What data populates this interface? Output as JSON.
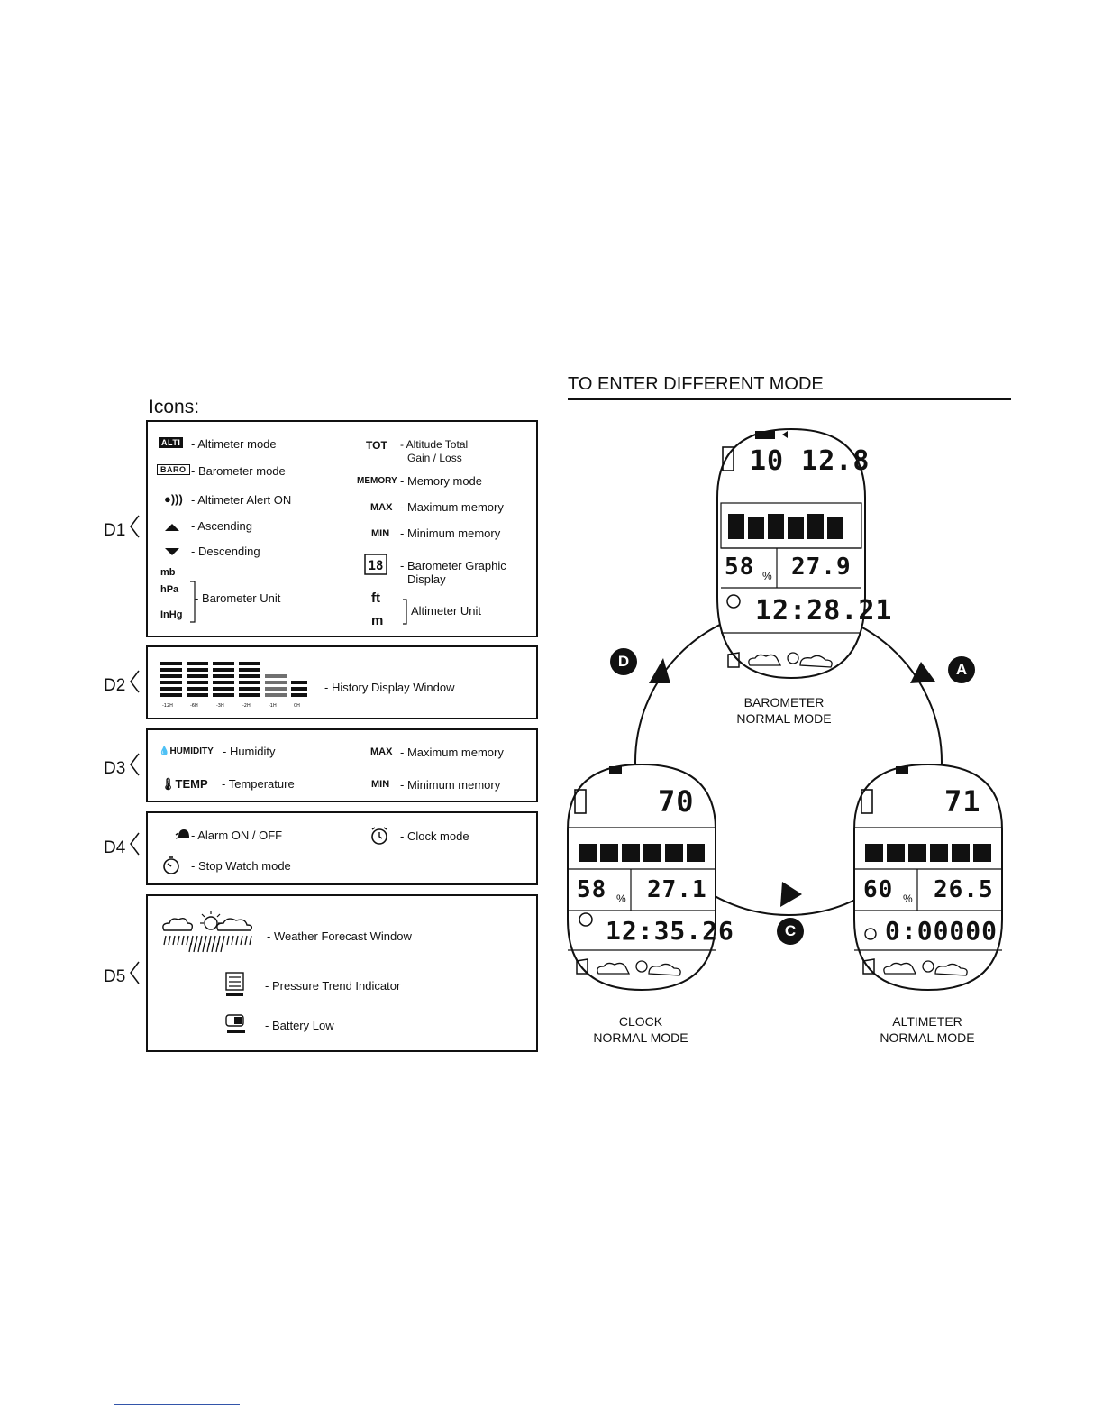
{
  "icons_title": "Icons:",
  "sections": {
    "d1": "D1",
    "d2": "D2",
    "d3": "D3",
    "d4": "D4",
    "d5": "D5"
  },
  "d1": {
    "alti_badge": "ALTI",
    "alti": "- Altimeter mode",
    "baro_badge": "BARO",
    "baro": "- Barometer mode",
    "alert": "- Altimeter Alert ON",
    "ascending": "- Ascending",
    "descending": "- Descending",
    "unit_mb": "mb",
    "unit_hpa": "hPa",
    "unit_inhg": "InHg",
    "baro_unit": "- Barometer Unit",
    "tot_icon": "TOT",
    "tot_line1": "- Altitude Total",
    "tot_line2": "Gain / Loss",
    "memory_icon": "MEMORY",
    "memory": "- Memory mode",
    "max_icon": "MAX",
    "max": "- Maximum memory",
    "min_icon": "MIN",
    "min": "- Minimum memory",
    "graphic_line1": "- Barometer Graphic",
    "graphic_line2": "Display",
    "unit_ft": "ft",
    "unit_m": "m",
    "alt_unit": "Altimeter Unit"
  },
  "d2": {
    "history": "- History Display Window"
  },
  "d3": {
    "humidity_icon": "HUMIDITY",
    "humidity": "- Humidity",
    "temp_icon": "TEMP",
    "temp": "- Temperature",
    "max_icon": "MAX",
    "max": "- Maximum memory",
    "min_icon": "MIN",
    "min": "- Minimum memory"
  },
  "d4": {
    "alarm": "- Alarm ON / OFF",
    "clock": "- Clock mode",
    "stopwatch": "- Stop Watch mode"
  },
  "d5": {
    "forecast": "- Weather Forecast Window",
    "pressure": "- Pressure Trend Indicator",
    "battery": "- Battery Low"
  },
  "mode_title": "TO ENTER DIFFERENT MODE",
  "modes": {
    "barometer": {
      "line1": "BAROMETER",
      "line2": "NORMAL MODE",
      "main": "10 12.8",
      "humidity": "58",
      "temp": "27.9",
      "time": "12:28.21"
    },
    "clock": {
      "line1": "CLOCK",
      "line2": "NORMAL MODE",
      "main": "70",
      "humidity": "58",
      "temp": "27.1",
      "time": "12:35.26"
    },
    "altimeter": {
      "line1": "ALTIMETER",
      "line2": "NORMAL MODE",
      "main": "71",
      "humidity": "60",
      "temp": "26.5",
      "time": "0:00000"
    }
  },
  "letters": {
    "a": "A",
    "c": "C",
    "d": "D"
  }
}
